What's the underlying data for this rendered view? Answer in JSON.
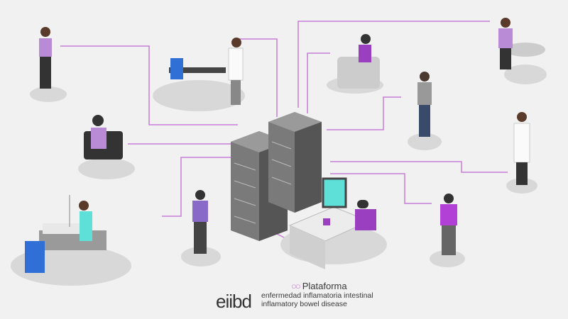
{
  "logo": {
    "mark": "eiibd",
    "platform": "Plataforma",
    "line_es": "enfermedad inflamatoria intestinal",
    "line_en": "inflamatory bowel disease"
  },
  "colors": {
    "connector": "#c77dd8",
    "accent": "#9b3fc1",
    "server": "#6f6f6f",
    "floor": "#d6d6d6"
  }
}
